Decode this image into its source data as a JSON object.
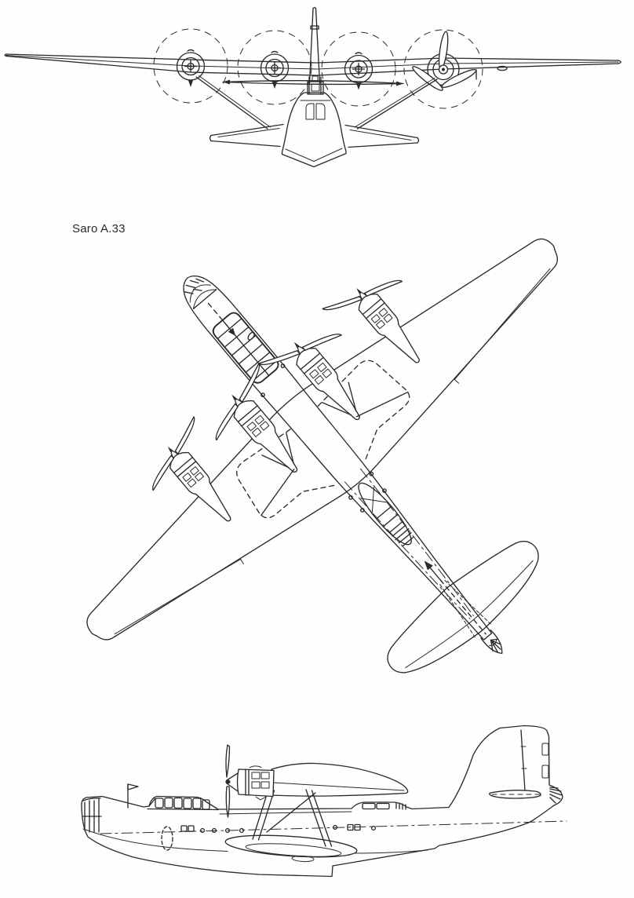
{
  "page": {
    "background": "#fefefe",
    "ink": "#2b2b2b",
    "label": "Saro A.33"
  },
  "views": {
    "front": "front-elevation",
    "plan": "plan-view",
    "side": "side-elevation"
  }
}
